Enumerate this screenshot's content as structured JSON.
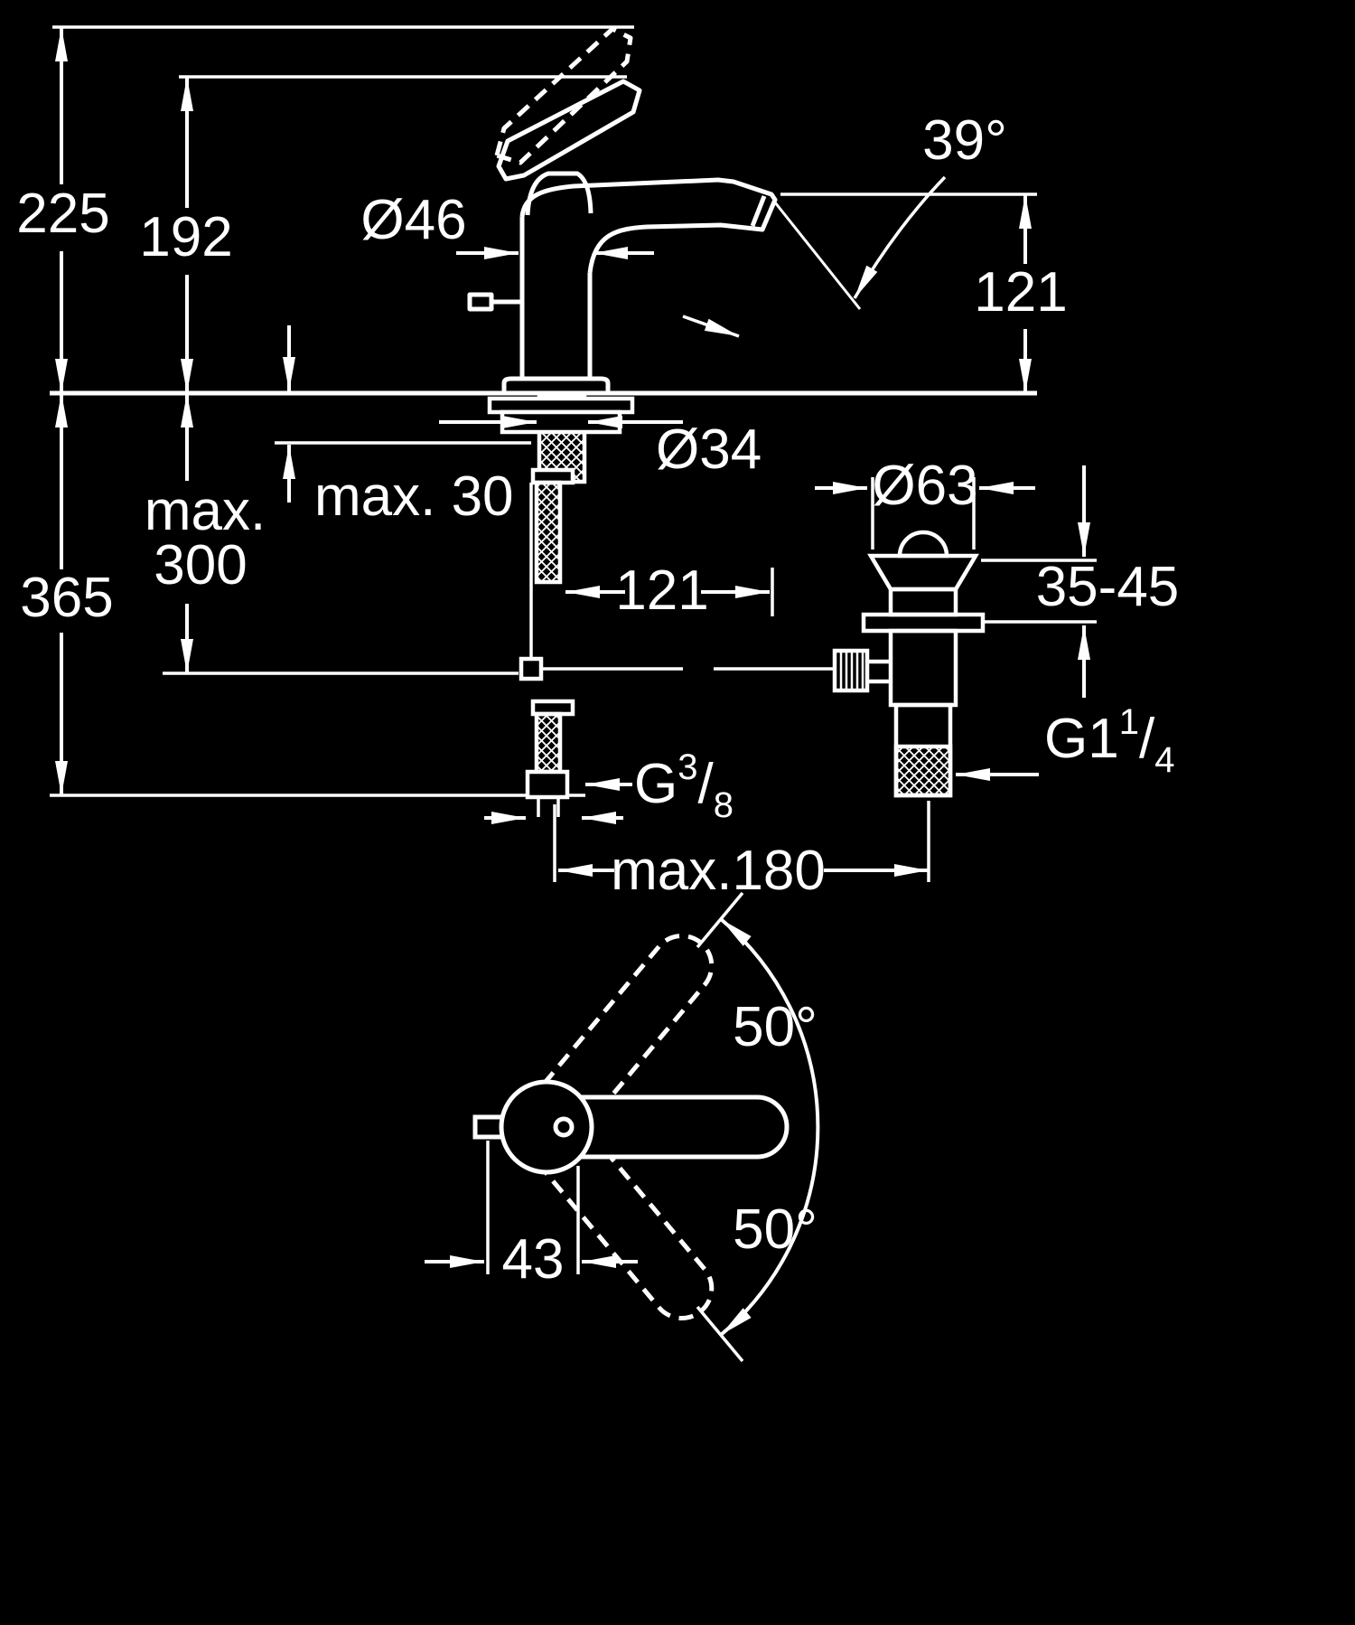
{
  "colors": {
    "background": "#000000",
    "line": "#ffffff"
  },
  "side_view": {
    "dim_total_height": "225",
    "dim_lever_height": "192",
    "dim_body_diameter": "Ø46",
    "dim_spout_angle": "39°",
    "dim_spout_height": "121",
    "dim_shank_diameter": "Ø34",
    "dim_deck_thickness": "max. 30",
    "dim_below_deck_max_line1": "max.",
    "dim_below_deck_max_line2": "300",
    "dim_total_depth": "365",
    "dim_horizontal_offset": "121",
    "dim_waste_flange_diameter": "Ø63",
    "dim_waste_clamp_range": "35-45",
    "dim_max_reach": "max.180",
    "waste_thread": {
      "base": "G1",
      "sup": "1",
      "slash": "/",
      "sub": "4"
    },
    "supply_thread": {
      "base": "G",
      "sup": "3",
      "slash": "/",
      "sub": "8"
    }
  },
  "top_view": {
    "dim_swivel_angle_upper": "50°",
    "dim_swivel_angle_lower": "50°",
    "dim_handle_offset": "43"
  }
}
